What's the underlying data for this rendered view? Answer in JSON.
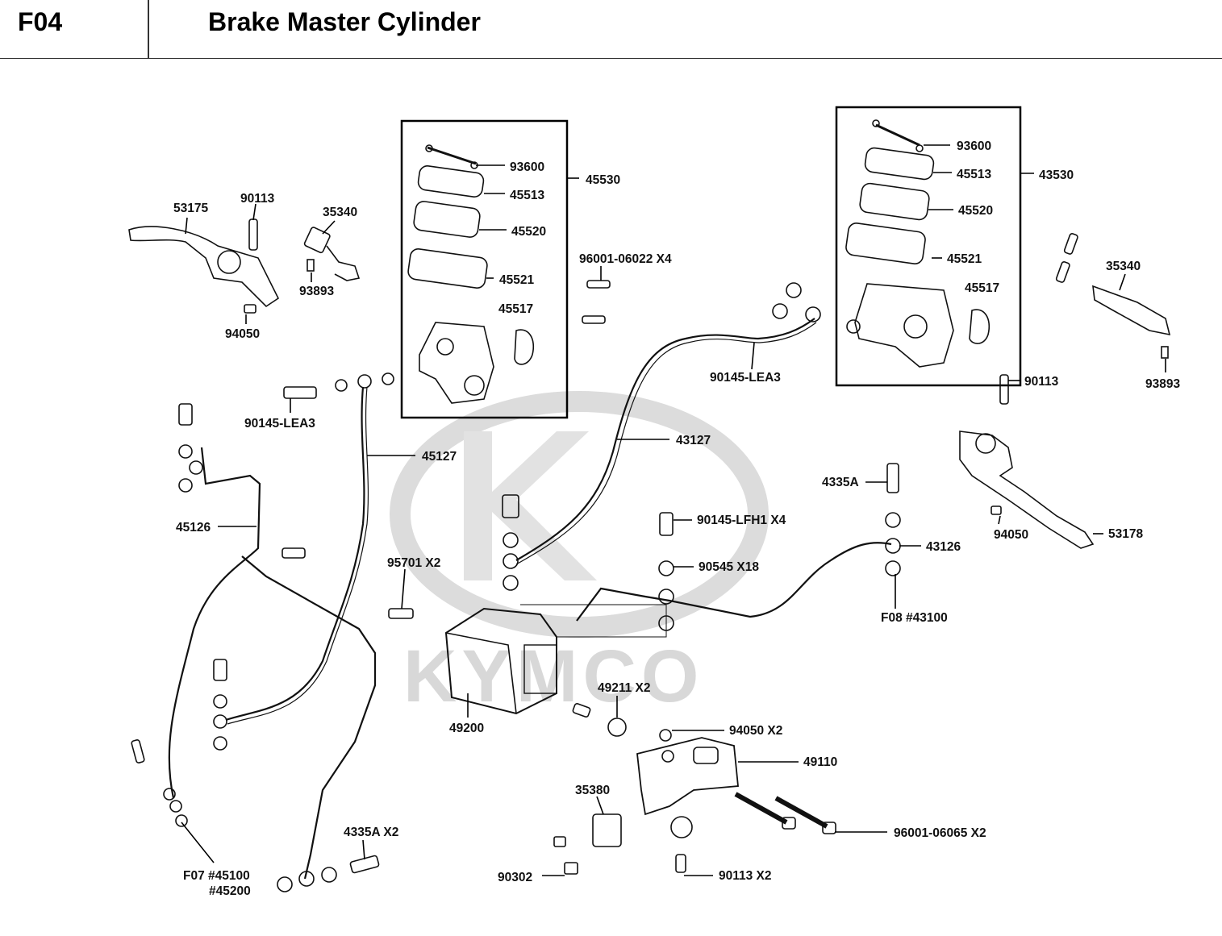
{
  "header": {
    "code": "F04",
    "title": "Brake Master Cylinder"
  },
  "watermark": {
    "brand": "KYMCO",
    "color": "#d6d6d6"
  },
  "labels": {
    "l_93600_a": "93600",
    "l_45513_a": "45513",
    "l_45520_a": "45520",
    "l_45521_a": "45521",
    "l_45517_a": "45517",
    "l_45530": "45530",
    "l_93600_b": "93600",
    "l_45513_b": "45513",
    "l_45520_b": "45520",
    "l_45521_b": "45521",
    "l_45517_b": "45517",
    "l_43530": "43530",
    "l_53175": "53175",
    "l_90113_a": "90113",
    "l_35340_a": "35340",
    "l_93893_a": "93893",
    "l_94050_a": "94050",
    "l_96001_06022": "96001-06022 X4",
    "l_90145_lea3_a": "90145-LEA3",
    "l_90145_lea3_b": "90145-LEA3",
    "l_35340_b": "35340",
    "l_93893_b": "93893",
    "l_90113_b": "90113",
    "l_45127": "45127",
    "l_43127": "43127",
    "l_45126": "45126",
    "l_4335a": "4335A",
    "l_90145_lfh1": "90145-LFH1 X4",
    "l_53178": "53178",
    "l_94050_b": "94050",
    "l_43126": "43126",
    "l_90545": "90545 X18",
    "l_95701": "95701   X2",
    "l_f08": "F08 #43100",
    "l_49211": "49211  X2",
    "l_49200": "49200",
    "l_94050_c": "94050  X2",
    "l_49110": "49110",
    "l_35380": "35380",
    "l_96001_06065": "96001-06065 X2",
    "l_4335a_x2": "4335A  X2",
    "l_f07": "F07 #45100",
    "l_45200": "#45200",
    "l_90302": "90302",
    "l_90113_c": "90113  X2"
  }
}
